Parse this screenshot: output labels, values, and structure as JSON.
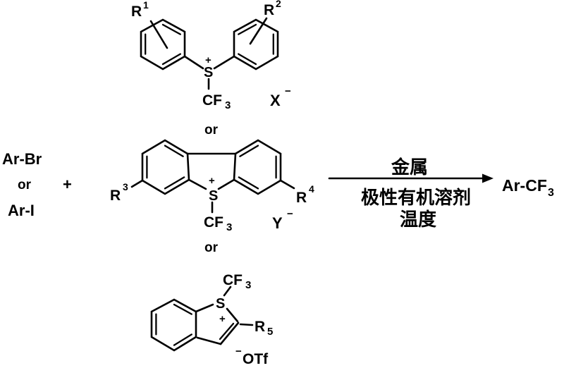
{
  "scheme": {
    "reactants": {
      "ar_br": "Ar-Br",
      "or": "or",
      "ar_i": "Ar-I",
      "plus": "+"
    },
    "or_separator_1": "or",
    "or_separator_2": "or",
    "conditions": {
      "above_arrow": "金属",
      "below_arrow_line1": "极性有机溶剂",
      "below_arrow_line2": "温度"
    },
    "product": {
      "base": "Ar-CF",
      "sub": "3"
    }
  },
  "structures": {
    "diaryl_sulfonium": {
      "r1_base": "R",
      "r1_sup": "1",
      "r2_base": "R",
      "r2_sup": "2",
      "sulfur": "S",
      "charge": "+",
      "cf_base": "CF",
      "cf_sub": "3",
      "counterion_base": "X",
      "counterion_sup": "−"
    },
    "dibenzothiophenium": {
      "r3_base": "R",
      "r3_sup": "3",
      "r4_base": "R",
      "r4_sup": "4",
      "sulfur": "S",
      "charge": "+",
      "cf_base": "CF",
      "cf_sub": "3",
      "counterion_base": "Y",
      "counterion_sup": "−"
    },
    "benzothiophenium": {
      "sulfur": "S",
      "charge": "+",
      "cf_base": "CF",
      "cf_sub": "3",
      "r5_base": "R",
      "r5_sub": "5",
      "counterion_sup": "−",
      "counterion_base": "OTf"
    }
  }
}
